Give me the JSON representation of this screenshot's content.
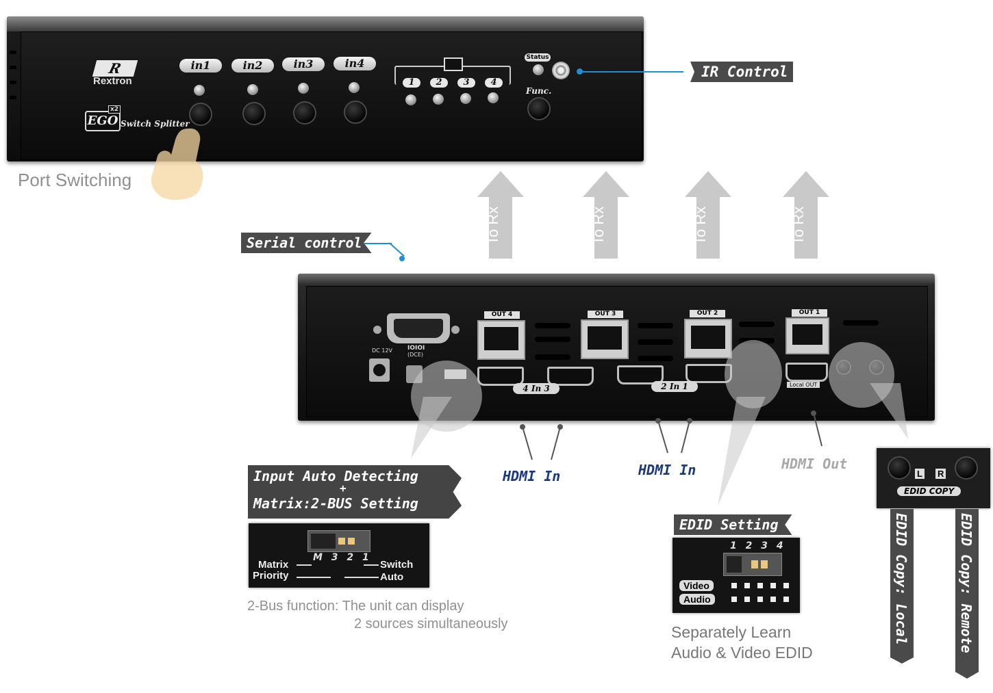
{
  "front_panel": {
    "brand": "Rextron",
    "logo_text": "R",
    "product_mark": "EGO",
    "product_mark_super": "x2",
    "product_subtitle": "Switch Splitter",
    "inputs": [
      "in1",
      "in2",
      "in3",
      "in4"
    ],
    "outputs": [
      "1",
      "2",
      "3",
      "4"
    ],
    "status_label": "Status",
    "func_label": "Func."
  },
  "rear_panel": {
    "power_label": "DC 12V",
    "serial_label": "IOIOI",
    "serial_sub": "(DCE)",
    "out_ports": [
      "OUT 4",
      "OUT 3",
      "OUT 2",
      "OUT 1"
    ],
    "in_group_a": "In",
    "in_group_a_left": "4",
    "in_group_a_right": "3",
    "in_group_b": "In",
    "in_group_b_left": "2",
    "in_group_b_right": "1",
    "local_out_label": "Local OUT",
    "edid_copy_small": "EDID COPY",
    "switch_left_top": "Matrix",
    "switch_left_bottom": "Priority",
    "switch_right_top": "Switch",
    "switch_right_bottom": "Auto",
    "dip_numbers": "1 2 3 4",
    "video_label": "Video",
    "audio_label": "Audio"
  },
  "callouts": {
    "ir_control": "IR Control",
    "port_switching": "Port Switching",
    "serial_control": "Serial control",
    "to_rx": "To Rx",
    "auto_detect_line1": "Input Auto Detecting",
    "auto_detect_plus": "+",
    "auto_detect_line2": "Matrix:2-BUS Setting",
    "hdmi_in": "HDMI In",
    "hdmi_out": "HDMI Out",
    "edid_setting": "EDID Setting",
    "edid_copy_local": "EDID Copy: Local",
    "edid_copy_remote": "EDID Copy: Remote",
    "two_bus_line1": "2-Bus function: The unit can display",
    "two_bus_line2": "2 sources simultaneously",
    "separately_line1": "Separately Learn",
    "separately_line2": "Audio & Video EDID"
  },
  "insets": {
    "matrix_switch": {
      "left_top": "Matrix",
      "left_bottom": "Priority",
      "right_top": "Switch",
      "right_bottom": "Auto",
      "positions": "M 3 2 1"
    },
    "edid_dip": {
      "numbers": "1 2 3 4",
      "video": "Video",
      "audio": "Audio"
    },
    "edid_copy": {
      "left": "L",
      "right": "R",
      "caption": "EDID COPY"
    }
  }
}
